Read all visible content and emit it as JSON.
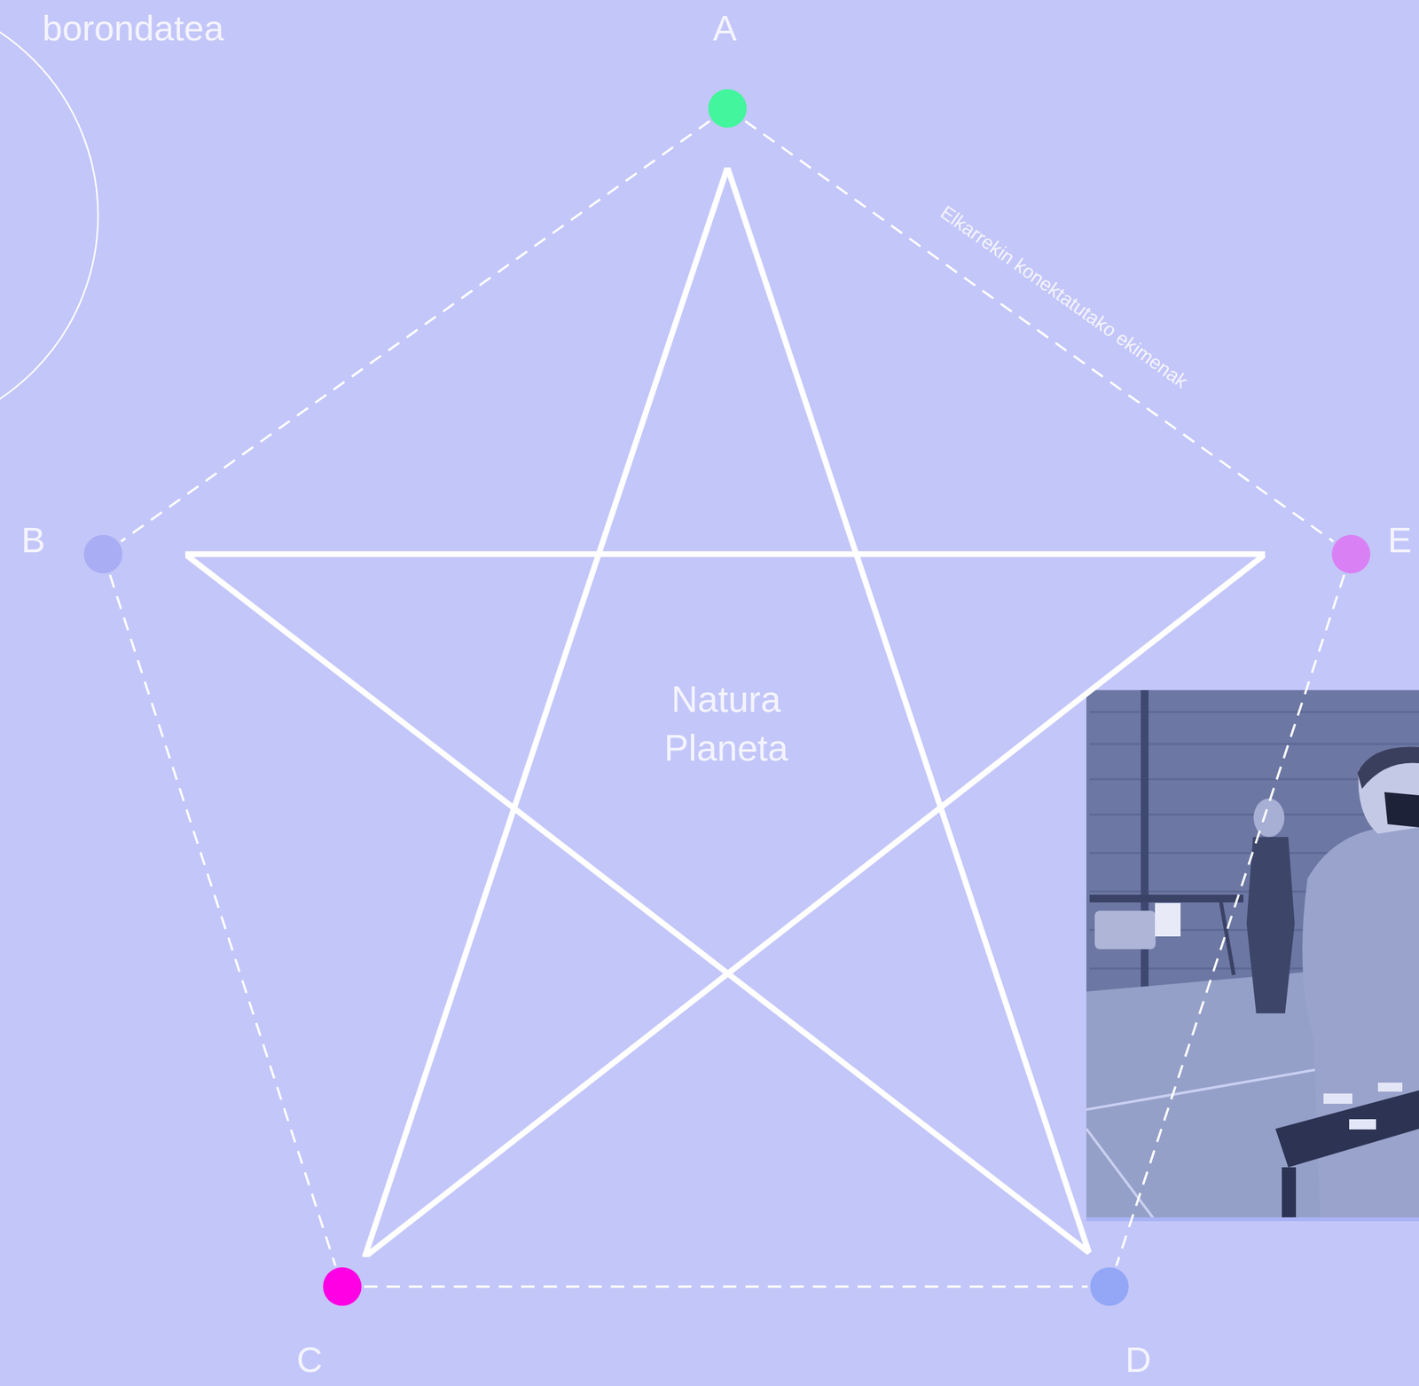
{
  "diagram": {
    "nodes": [
      {
        "text": [
          "A"
        ]
      },
      {
        "text": [
          "B"
        ]
      },
      {
        "text": [
          "E"
        ]
      },
      {
        "text": [
          "Natura Planeta"
        ]
      },
      {
        "text": [
          "C"
        ]
      },
      {
        "text": [
          "D"
        ]
      }
    ],
    "edges": [
      {
        "from": 0,
        "to": 1,
        "arrow": "none"
      },
      {
        "from": 0,
        "to": 2,
        "arrow": "none",
        "label": "Elkarrekin konektatutako ekimenak"
      },
      {
        "from": 1,
        "to": 4,
        "arrow": "none"
      },
      {
        "from": 2,
        "to": 5,
        "arrow": "none"
      },
      {
        "from": 4,
        "to": 5,
        "arrow": "none"
      }
    ],
    "labels": [
      "borondatea"
    ]
  }
}
